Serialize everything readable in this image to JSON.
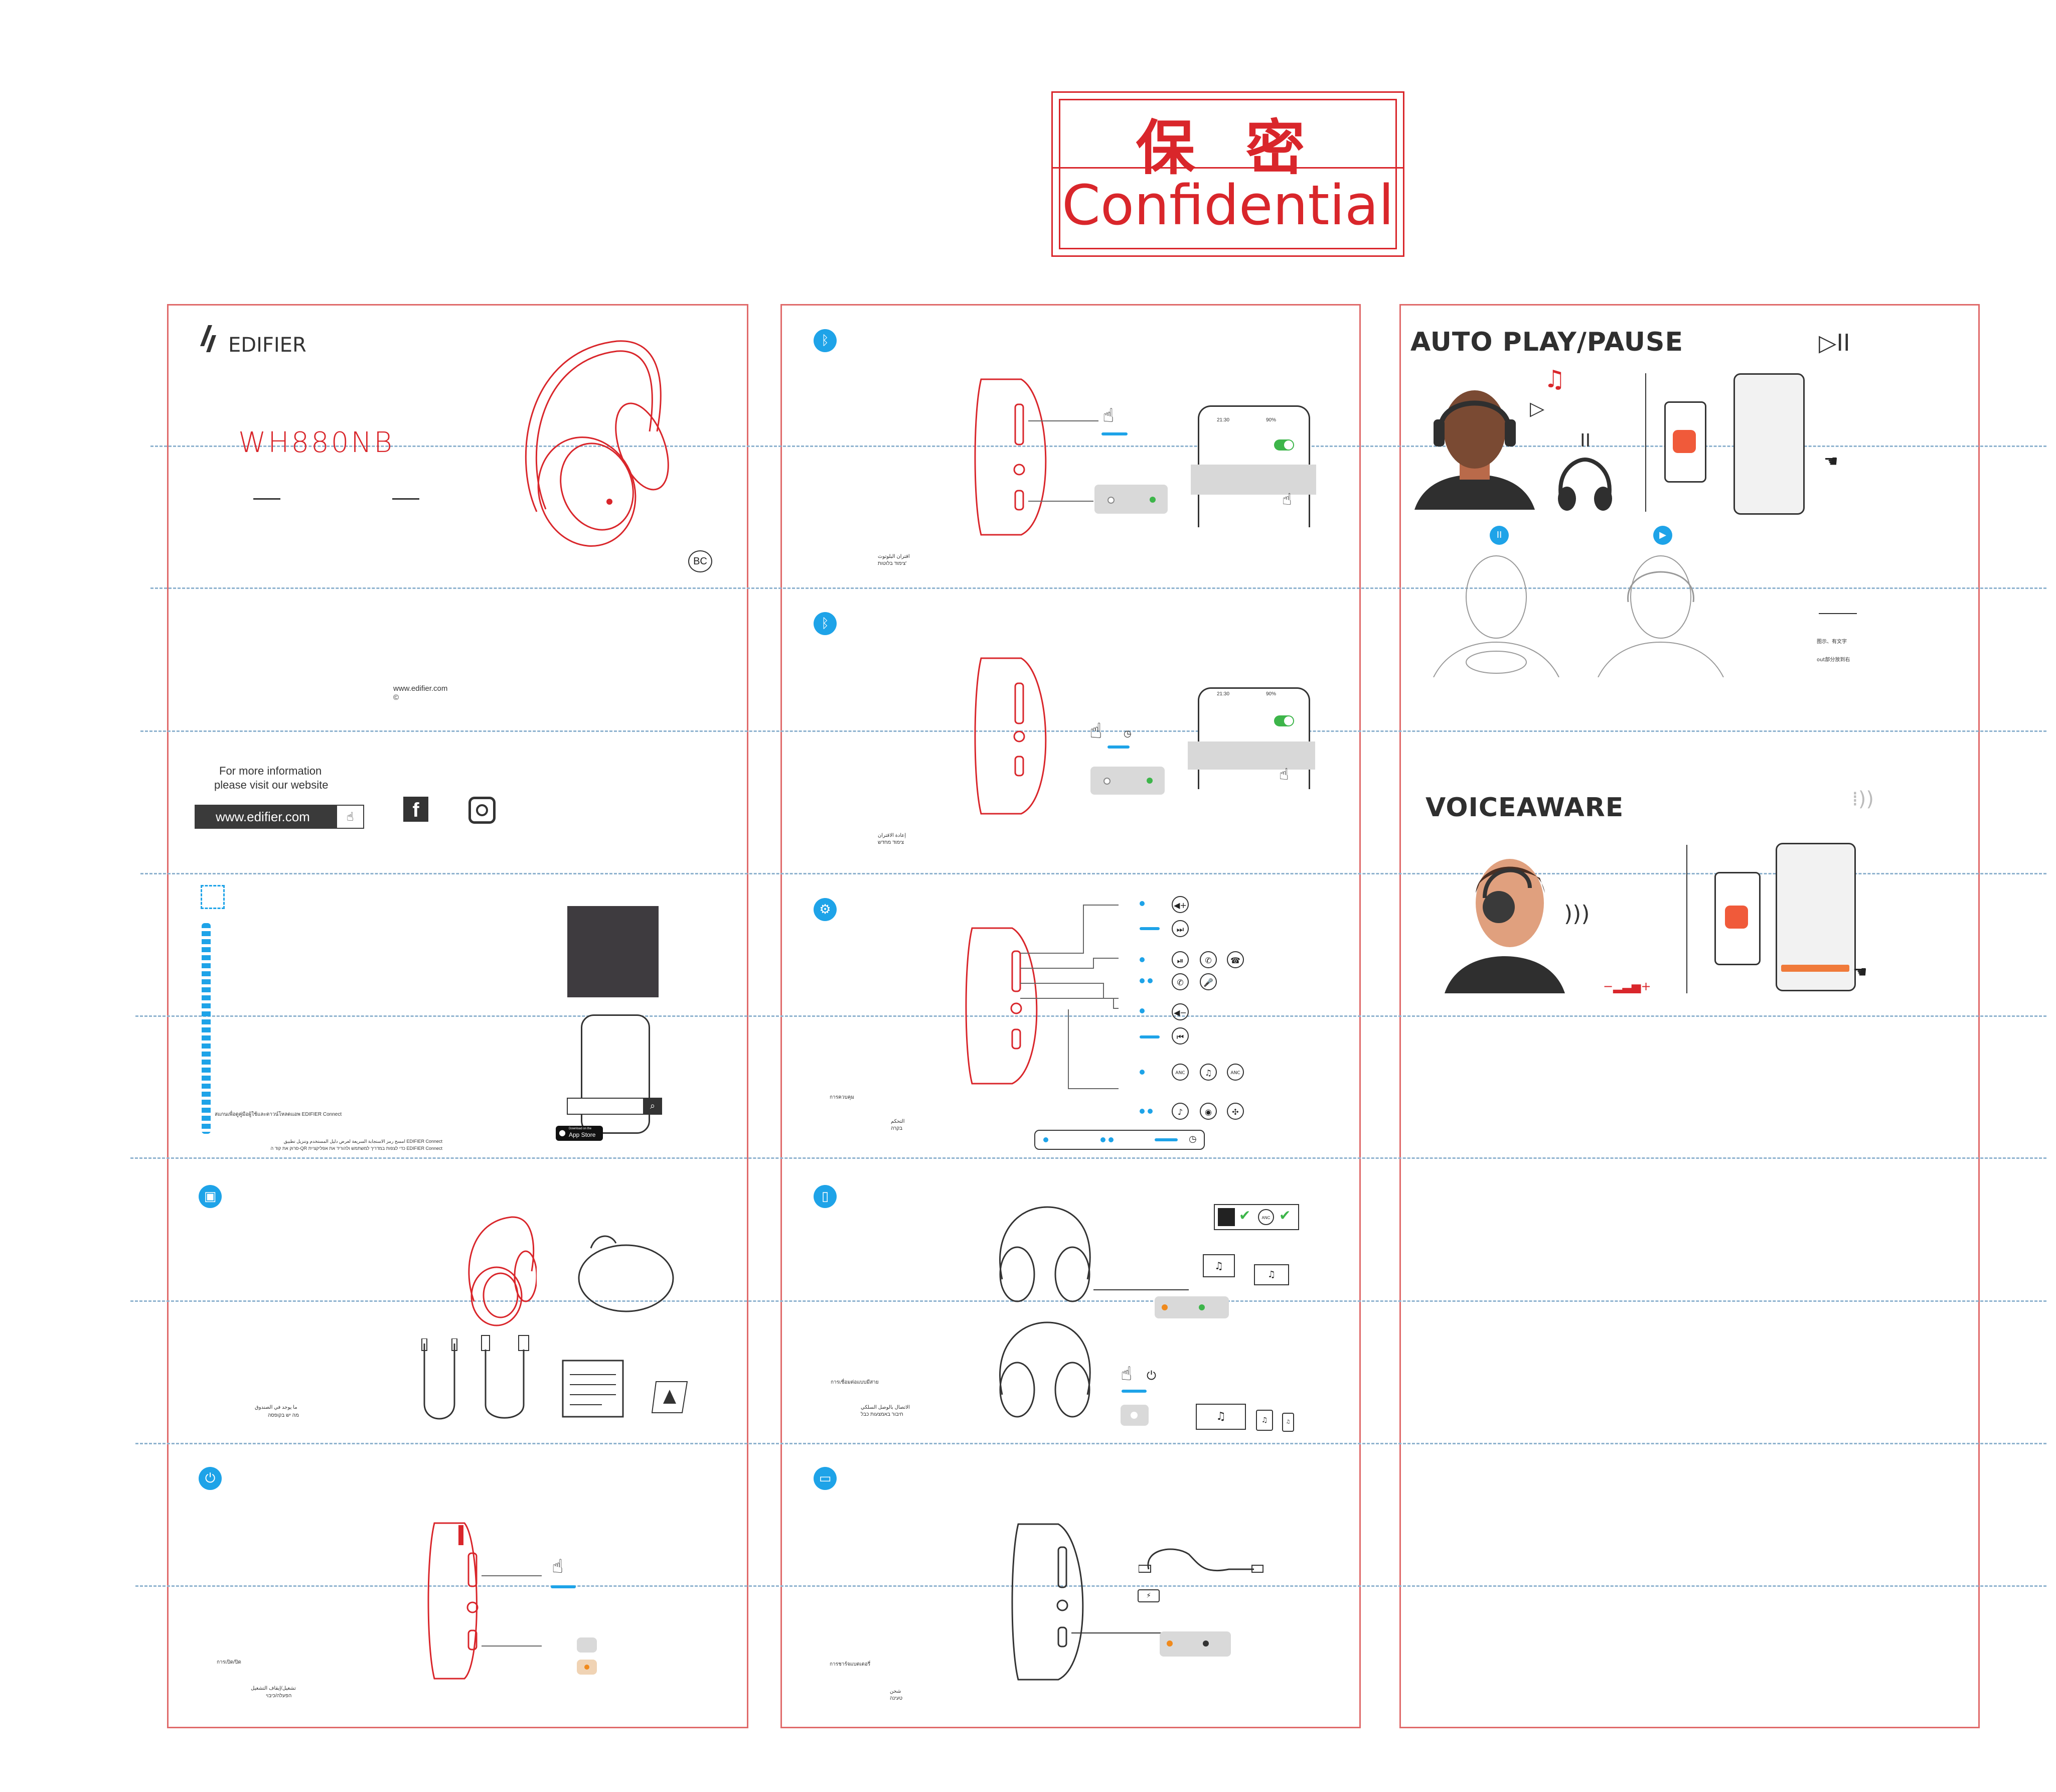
{
  "stamp": {
    "chinese": "保 密",
    "english": "Confidential"
  },
  "cover": {
    "brand": "EDIFIER",
    "model": "WH880NB",
    "website_line1": "www.edifier.com",
    "copyright_symbol": "©",
    "certification": "BC"
  },
  "info": {
    "more_info_line1": "For more information",
    "more_info_line2": "please visit our website",
    "website_button": "www.edifier.com"
  },
  "app": {
    "thai_line": "สแกนเพื่อดูคู่มือผู้ใช้และดาวน์โหลดแอพ EDIFIER Connect",
    "arabic_line": "امسح رمز الاستجابة السريعة لعرض دليل المستخدم وتنزيل تطبيق EDIFIER Connect",
    "hebrew_line": "סרוק את קוד ה-QR כדי לצפות במדריך למשתמש ולהוריד את אפליקציית EDIFIER Connect",
    "appstore_small": "Download on the",
    "appstore_big": "App Store"
  },
  "labels": {
    "bt_pair_ar": "اقتران البلوتوث",
    "bt_pair_he": "צימוד בלוטות'",
    "bt_reconnect_ar": "إعادة الاقتران",
    "bt_reconnect_he": "צימוד מחדש",
    "controls_th": "การควบคุม",
    "controls_ar": "التحكم",
    "controls_he": "בקרה",
    "wired_th": "การเชื่อมต่อแบบมีสาย",
    "wired_ar": "الاتصال بالوصل السلكي",
    "wired_he": "חיבור באמצעות כבל",
    "box_ar": "ما يوجد في الصندوق",
    "box_he": "מה יש בקופסה",
    "power_th": "การเปิด/ปิด",
    "power_ar": "تشغيل/إيقاف التشغيل",
    "power_he": "הפעלה/כיבוי",
    "charge_th": "การชาร์จแบตเตอรี่",
    "charge_ar": "شحن",
    "charge_he": "טעינה"
  },
  "phone": {
    "time": "21:30",
    "battery": "90%"
  },
  "features": {
    "auto_title": "AUTO PLAY/PAUSE",
    "voice_title": "VOICEAWARE",
    "cn_note1": "图示、有文字",
    "cn_note2": "out部分放到右"
  },
  "icons": {
    "bluetooth": "bluetooth-icon",
    "power": "power-icon",
    "box": "box-icon",
    "controls": "controls-icon",
    "wired": "headphone-jack-icon",
    "charge": "battery-icon",
    "facebook": "facebook-icon",
    "instagram": "instagram-icon",
    "hand": "hand-pointer-icon",
    "play_pause": "play-pause-icon"
  },
  "colors": {
    "accent_red": "#d9262b",
    "accent_blue": "#1ea3e8",
    "panel_border": "#e06a6a"
  }
}
